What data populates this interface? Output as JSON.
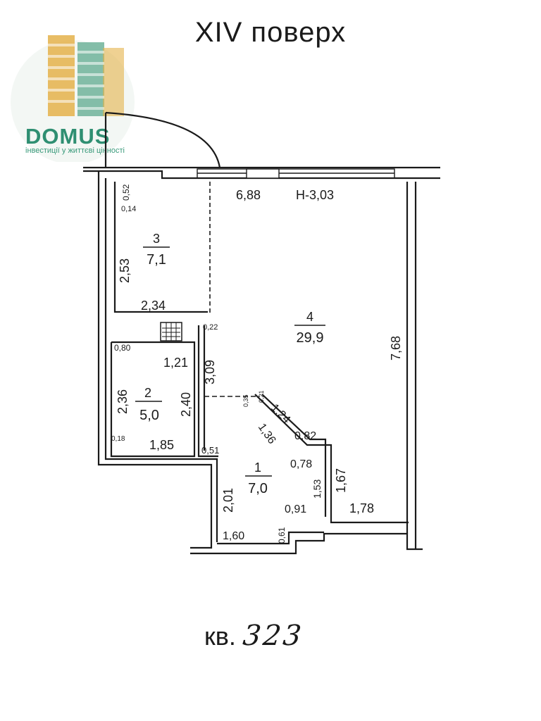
{
  "title": "XIV поверх",
  "logo": {
    "name": "DOMUS",
    "tagline": "інвестиції у життєві цінності",
    "color": "#2f8f72"
  },
  "apartment": {
    "prefix": "кв.",
    "number": "323"
  },
  "rooms": [
    {
      "id": "room-3",
      "number": "3",
      "area": "7,1"
    },
    {
      "id": "room-4",
      "number": "4",
      "area": "29,9"
    },
    {
      "id": "room-2",
      "number": "2",
      "area": "5,0"
    },
    {
      "id": "room-1",
      "number": "1",
      "area": "7,0"
    }
  ],
  "dimensions": {
    "top_width": "6,88",
    "ceiling_height": "Н-3,03",
    "r3_left": "2,53",
    "r3_bottom": "2,34",
    "r3_corner_a": "0,52",
    "r3_corner_b": "0,14",
    "r4_right": "7,68",
    "r4_small": "0,22",
    "r4_bottom": "1,78",
    "r4_step": "1,67",
    "r2_top_left": "0,80",
    "r2_top": "1,21",
    "r2_left": "2,36",
    "r2_bottom": "1,85",
    "r2_corner": "0,18",
    "wall_309": "3,09",
    "wall_240": "2,40",
    "r1_051": "0,51",
    "r1_diag_124": "1,24",
    "r1_diag_136": "1,36",
    "r1_082": "0,82",
    "r1_078": "0,78",
    "r1_153": "1,53",
    "r1_091": "0,91",
    "r1_left": "2,01",
    "r1_bottom": "1,60",
    "r1_061": "0,61",
    "r1_035": "0,35",
    "r1_021": "0,21"
  }
}
